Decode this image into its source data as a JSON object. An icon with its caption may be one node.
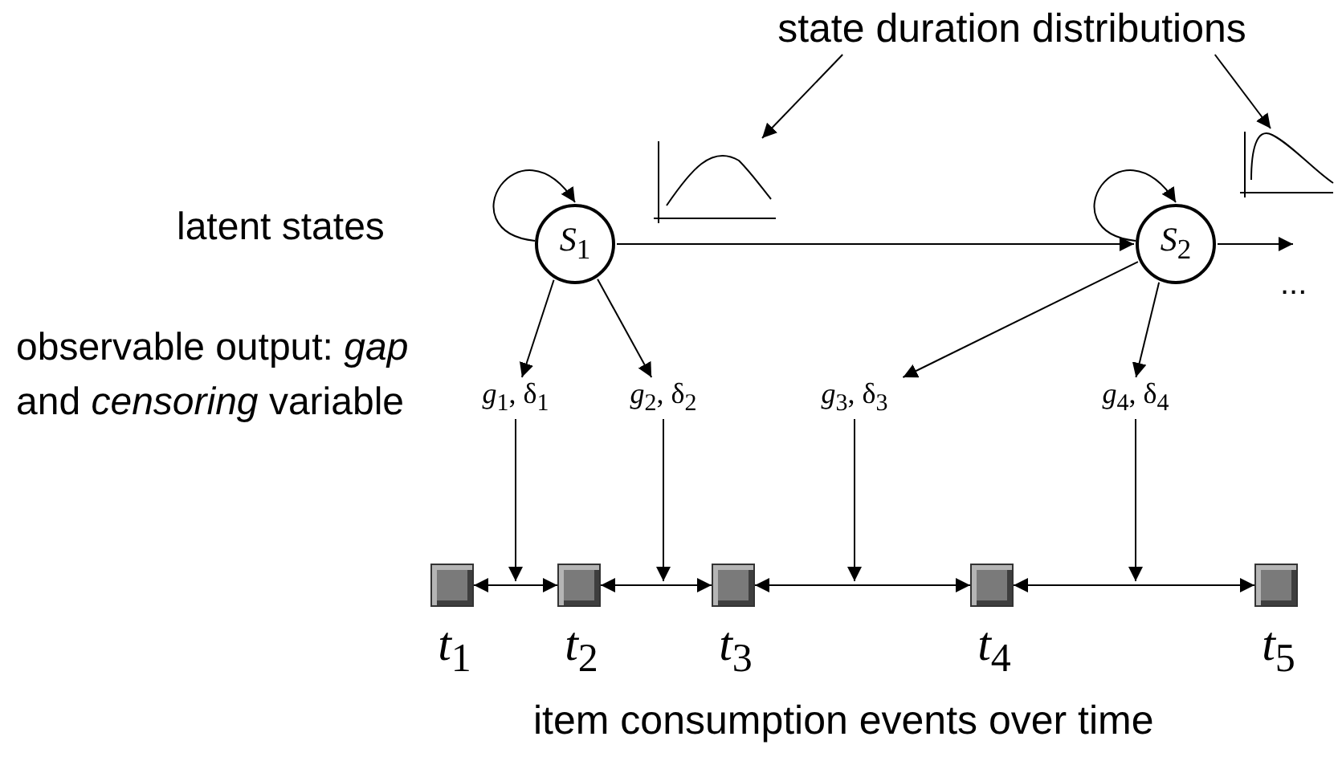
{
  "diagram": {
    "nodes": [
      {
        "text": [
          "state duration distributions"
        ]
      },
      {
        "text": [],
        "shape": "picture"
      },
      {
        "text": [],
        "shape": "picture"
      },
      {
        "text": [
          "*S*$_{1}$"
        ]
      },
      {
        "text": [
          "*S*$_{2}$"
        ]
      },
      {
        "text": [
          "*g*$_{1}$, δ$_{1}$"
        ]
      },
      {
        "text": [
          "*g*$_{2}$, δ$_{2}$"
        ]
      },
      {
        "text": [
          "*g*$_{3}$, δ$_{3}$"
        ]
      },
      {
        "text": [
          "*g*$_{4}$, δ$_{4}$"
        ]
      },
      {
        "text": [
          "*t*$_{1}$"
        ]
      },
      {
        "text": [
          "*t*$_{2}$"
        ]
      },
      {
        "text": [
          "*t*$_{3}$"
        ]
      },
      {
        "text": [
          "*t*$_{4}$"
        ]
      },
      {
        "text": [
          "*t*$_{5}$"
        ]
      }
    ],
    "edges": [
      {
        "from": 0,
        "to": 1,
        "arrow": "to"
      },
      {
        "from": 0,
        "to": 2,
        "arrow": "to"
      },
      {
        "from": 3,
        "to": 3,
        "arrow": "to"
      },
      {
        "from": 3,
        "to": 4,
        "arrow": "to"
      },
      {
        "from": 4,
        "to": 4,
        "arrow": "to"
      },
      {
        "from": 4,
        "to": null,
        "arrow": "to"
      },
      {
        "from": 3,
        "to": 5,
        "arrow": "to"
      },
      {
        "from": 3,
        "to": 6,
        "arrow": "to"
      },
      {
        "from": 4,
        "to": 7,
        "arrow": "to"
      },
      {
        "from": 4,
        "to": 8,
        "arrow": "to"
      },
      {
        "from": 5,
        "to": null,
        "arrow": "to"
      },
      {
        "from": 6,
        "to": null,
        "arrow": "to"
      },
      {
        "from": 7,
        "to": null,
        "arrow": "to"
      },
      {
        "from": 8,
        "to": null,
        "arrow": "to"
      },
      {
        "from": 9,
        "to": 10,
        "arrow": "both"
      },
      {
        "from": 10,
        "to": 11,
        "arrow": "both"
      },
      {
        "from": 11,
        "to": 12,
        "arrow": "both"
      },
      {
        "from": 12,
        "to": 13,
        "arrow": "both"
      }
    ],
    "labels": [
      "latent states",
      "observable output: *gap* and *censoring* variable",
      "...",
      "item consumption events over time"
    ]
  }
}
